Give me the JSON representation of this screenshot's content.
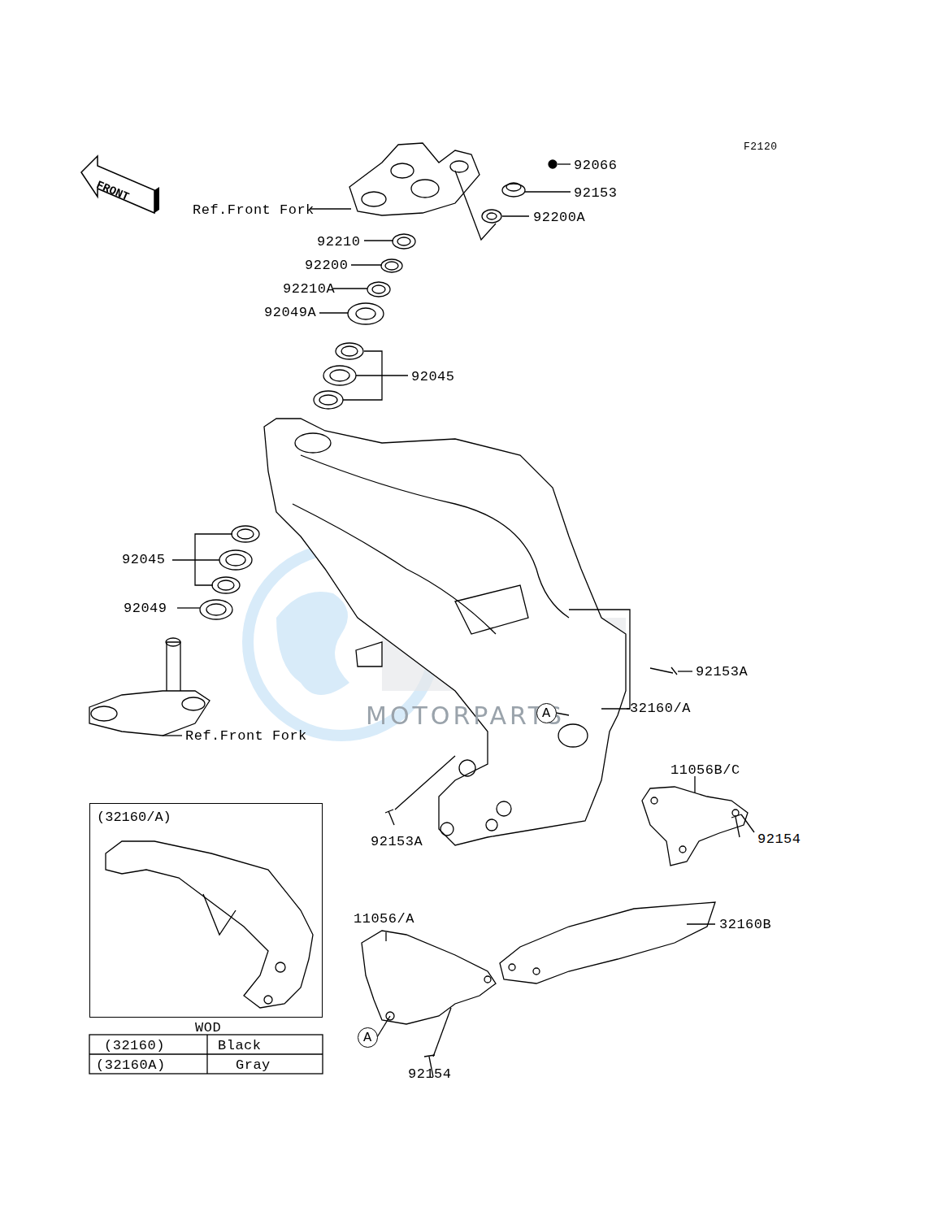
{
  "diagram": {
    "nodes": [
      {
        "text": [
          "FRONT"
        ]
      },
      {
        "text": [
          "A"
        ]
      },
      {
        "text": [
          "(32160/A)"
        ]
      },
      {
        "text": [
          "A"
        ]
      }
    ],
    "labels": [
      "F2120",
      "92066",
      "Ref.Front Fork",
      "92153",
      "92200A",
      "92210",
      "92200",
      "92210A",
      "92049A",
      "92045",
      "92045",
      "92049",
      "92153A",
      "MOTORPARTS",
      "32160/A",
      "Ref.Front Fork",
      "11056B/C",
      "92153A",
      "92154",
      "11056/A",
      "32160B",
      "WOD",
      "(32160)",
      "Black",
      "(32160A)",
      "Gray",
      "92154"
    ]
  }
}
